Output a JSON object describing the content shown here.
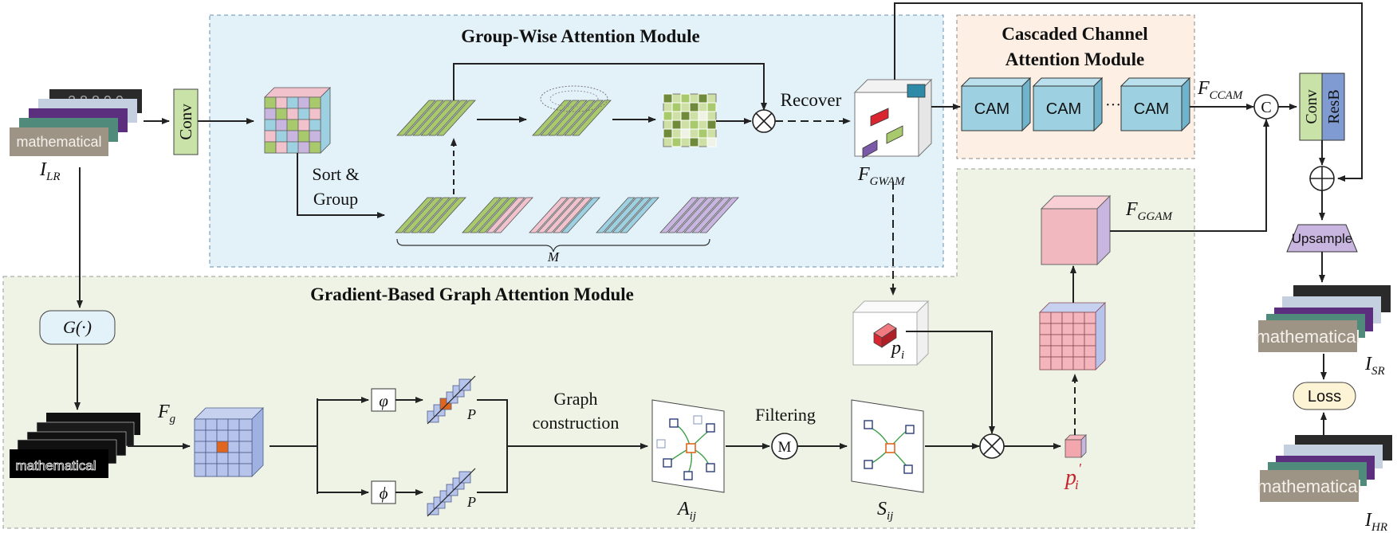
{
  "modules": {
    "gwam_title": "Group-Wise Attention Module",
    "ccam_title_line1": "Cascaded Channel",
    "ccam_title_line2": "Attention Module",
    "ggam_title": "Gradient-Based Graph Attention Module"
  },
  "labels": {
    "conv": "Conv",
    "sort_group_line1": "Sort &",
    "sort_group_line2": "Group",
    "recover": "Recover",
    "m_brace": "M",
    "cam1": "CAM",
    "cam2": "CAM",
    "cam3": "CAM",
    "ellipsis": "···",
    "concat": "C",
    "resb": "ResB",
    "conv2": "Conv",
    "upsample": "Upsample",
    "loss": "Loss",
    "gradient_op": "G(·)",
    "varphi": "φ",
    "phi": "ϕ",
    "p_top": "P",
    "p_bottom": "P",
    "graph_construction_line1": "Graph",
    "graph_construction_line2": "construction",
    "filtering": "Filtering",
    "mask": "M",
    "word_lr": "mathematical",
    "word_grad": "mathematical",
    "word_sr": "mathematical",
    "word_hr": "mathematical"
  },
  "math": {
    "i_lr": {
      "base": "I",
      "sub": "LR"
    },
    "i_sr": {
      "base": "I",
      "sub": "SR"
    },
    "i_hr": {
      "base": "I",
      "sub": "HR"
    },
    "f_gwam": {
      "base": "F",
      "sub": "GWAM"
    },
    "f_ccam": {
      "base": "F",
      "sub": "CCAM"
    },
    "f_ggam": {
      "base": "F",
      "sub": "GGAM"
    },
    "f_g": {
      "base": "F",
      "sub": "g"
    },
    "a_ij": {
      "base": "A",
      "sub": "ij"
    },
    "s_ij": {
      "base": "S",
      "sub": "ij"
    },
    "p_i": {
      "base": "p",
      "sub": "i"
    },
    "p_i_prime": {
      "base": "p",
      "sub": "i",
      "sup": "′"
    }
  },
  "colors": {
    "gwam_bg": "#e3f1f9",
    "ccam_bg": "#fdefe3",
    "ggam_bg": "#eef3e6",
    "green_bar": "#a9c96d",
    "cam_block": "#9dd1e1",
    "upsample": "#c9b6e0",
    "loss": "#fdf4d6",
    "gradient_op": "#e3f1f9",
    "conv_green": "#c9e2a8",
    "resb_blue": "#7f9bd1",
    "red_accent": "#c9232c"
  }
}
